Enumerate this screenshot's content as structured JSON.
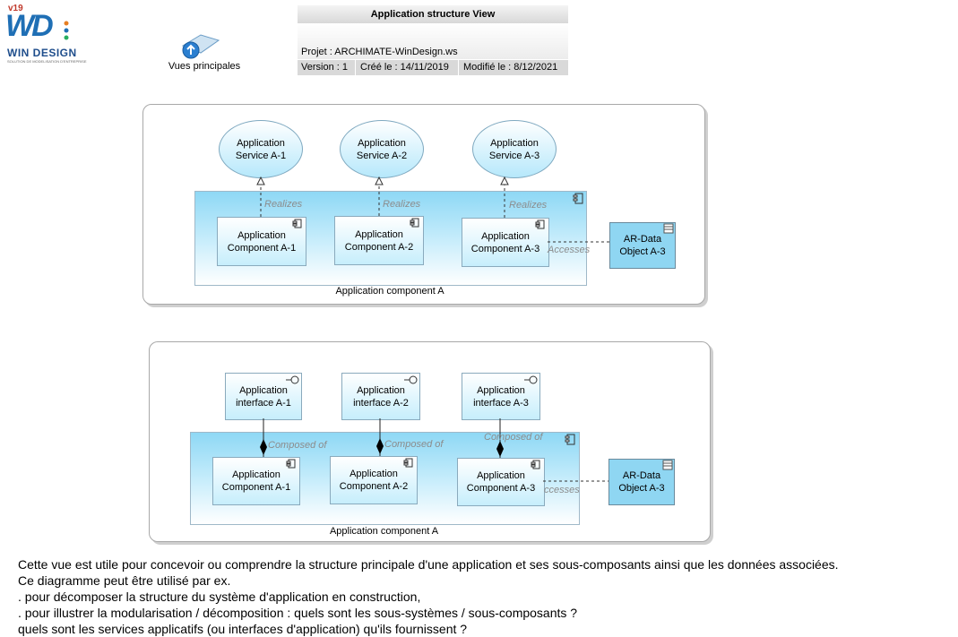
{
  "logo": {
    "version": "v19",
    "mark": "WD",
    "name": "WIN DESIGN",
    "tagline": "SOLUTION DE MODELISATION D'ENTREPRISE"
  },
  "nav": {
    "label": "Vues principales",
    "icon": "home-arrow-icon"
  },
  "header": {
    "title": "Application structure View",
    "project": "Projet : ARCHIMATE-WinDesign.ws",
    "version": "Version : 1",
    "created": "Créé le : 14/11/2019",
    "modified": "Modifié le : 8/12/2021"
  },
  "diagram1": {
    "services": [
      "Application\nService A-1",
      "Application\nService A-2",
      "Application\nService A-3"
    ],
    "components": [
      "Application\nComponent A-1",
      "Application\nComponent A-2",
      "Application\nComponent A-3"
    ],
    "relation_label": "Realizes",
    "access_label": "Accesses",
    "data_object": "AR-Data\nObject A-3",
    "container_label": "Application component A"
  },
  "diagram2": {
    "interfaces": [
      "Application\ninterface A-1",
      "Application\ninterface A-2",
      "Application\ninterface A-3"
    ],
    "components": [
      "Application\nComponent A-1",
      "Application\nComponent A-2",
      "Application\nComponent A-3"
    ],
    "relation_label": "Composed of",
    "access_label": "ccesses",
    "data_object": "AR-Data\nObject A-3",
    "container_label": "Application component A"
  },
  "description": [
    "Cette vue est utile pour concevoir ou comprendre la structure principale d'une application et ses sous-composants ainsi que les données associées.",
    "Ce diagramme peut être utilisé par ex.",
    ". pour décomposer la structure du système d'application en construction,",
    ". pour illustrer la modularisation / décomposition : quels sont les sous-systèmes / sous-composants ?",
    "quels sont les services applicatifs (ou interfaces d'application) qu'ils fournissent ?"
  ]
}
